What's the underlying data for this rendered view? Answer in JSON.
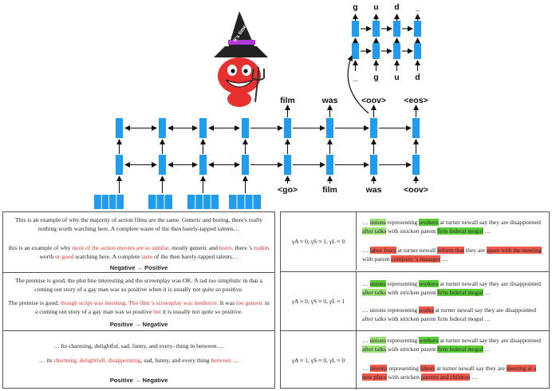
{
  "diagram": {
    "decoder_top_labels": [
      "film",
      "was",
      "<oov>",
      "<eos>"
    ],
    "decoder_bottom_labels": [
      "<go>",
      "film",
      "was",
      "<oov>"
    ],
    "char_top_labels": [
      "g",
      "u",
      "d",
      "_"
    ],
    "char_bottom_labels": [
      "_",
      "g",
      "u",
      "d"
    ],
    "hat_text": "It's time!",
    "colors": {
      "cell_blue": "#1f9bf0",
      "hat": "#222222",
      "devil": "#e8302f"
    }
  },
  "left_examples": [
    {
      "original": "This is an example of why the majority of action films are the same. Generic and boring, there's really nothing worth watching here. A complete waste of the then barely-tapped talents…",
      "transferred": [
        {
          "t": "this is an example of why ",
          "red": false
        },
        {
          "t": "most of the action movies are so similar,",
          "red": true
        },
        {
          "t": " mostly generic and ",
          "red": false
        },
        {
          "t": "borin,",
          "red": true
        },
        {
          "t": " there 's ",
          "red": false
        },
        {
          "t": "nothin",
          "red": true
        },
        {
          "t": " worth ",
          "red": false
        },
        {
          "t": "or good",
          "red": true
        },
        {
          "t": " watching here. A complete ",
          "red": false
        },
        {
          "t": "taste",
          "red": true
        },
        {
          "t": " of the then barely-tapped talents…",
          "red": false
        }
      ],
      "transition": "Negative → Positive"
    },
    {
      "original": "The premise is good, the plot line interesting and the screenplay was OK. A tad too simplistic in that a coming out story of a gay man was so positive when it is usually not quite so positive.",
      "transferred": [
        {
          "t": "The premise is good, ",
          "red": false
        },
        {
          "t": "though script was intesting. The film 's screenplay was mediocre",
          "red": true
        },
        {
          "t": ". It was ",
          "red": false
        },
        {
          "t": "too generic",
          "red": true
        },
        {
          "t": " in a coming out story of a gay man was so positive ",
          "red": false
        },
        {
          "t": "but",
          "red": true
        },
        {
          "t": " it is usually not quite so positive.",
          "red": false
        }
      ],
      "transition": "Positive → Negative"
    },
    {
      "original": "… Its charming, delightful, sad, funny, and every- thing in between….",
      "transferred": [
        {
          "t": "… its ",
          "red": false
        },
        {
          "t": "charming, delightfull, disappointing",
          "red": true
        },
        {
          "t": ", sad, funny, and every thing ",
          "red": false
        },
        {
          "t": "between",
          "red": true
        },
        {
          "t": " …",
          "red": false
        }
      ],
      "transition": "Positive → Negative"
    }
  ],
  "right_examples": [
    {
      "gammas": "γA ≈ 0, γS ≈ 1, γL ≈ 0",
      "line1": [
        {
          "t": "… ",
          "h": ""
        },
        {
          "t": "unions",
          "h": "lg"
        },
        {
          "t": " representing ",
          "h": ""
        },
        {
          "t": "workers",
          "h": "g"
        },
        {
          "t": " at turner newall say they are disappointed ",
          "h": ""
        },
        {
          "t": "after talks",
          "h": "lg"
        },
        {
          "t": " with stricken parent ",
          "h": ""
        },
        {
          "t": "firm federal mogul",
          "h": "g"
        },
        {
          "t": " …",
          "h": ""
        }
      ],
      "line2": [
        {
          "t": "… ",
          "h": ""
        },
        {
          "t": "labor force",
          "h": "r"
        },
        {
          "t": " at turner newall ",
          "h": ""
        },
        {
          "t": "inform that",
          "h": "r"
        },
        {
          "t": " they are ",
          "h": ""
        },
        {
          "t": "upset with the meeting",
          "h": "r"
        },
        {
          "t": " with parent ",
          "h": ""
        },
        {
          "t": "company 's manager",
          "h": "r"
        },
        {
          "t": " …",
          "h": ""
        }
      ]
    },
    {
      "gammas": "γA ≈ 0, γS ≈ 0, γL ≈ 1",
      "line1": [
        {
          "t": "… ",
          "h": ""
        },
        {
          "t": "unions",
          "h": "g"
        },
        {
          "t": " representing ",
          "h": ""
        },
        {
          "t": "workers",
          "h": "g"
        },
        {
          "t": " at turner newall say they are disappointed ",
          "h": ""
        },
        {
          "t": "after talks",
          "h": "lg"
        },
        {
          "t": " with stricken parent ",
          "h": ""
        },
        {
          "t": "firm federal mogul",
          "h": "g"
        },
        {
          "t": " …",
          "h": ""
        }
      ],
      "line2": [
        {
          "t": "… unions representing ",
          "h": ""
        },
        {
          "t": "works",
          "h": "r"
        },
        {
          "t": " at turner newall say they are disappointed after talks with stricken parent firm federal mogul …",
          "h": ""
        }
      ]
    },
    {
      "gammas": "γA ≈ 1, γS ≈ 0, γL ≈ 0",
      "line1": [
        {
          "t": "… ",
          "h": ""
        },
        {
          "t": "unions",
          "h": "lg"
        },
        {
          "t": " representing ",
          "h": ""
        },
        {
          "t": "workers",
          "h": "g"
        },
        {
          "t": " at turner newall say they are disappointed ",
          "h": ""
        },
        {
          "t": "after talks",
          "h": "lg"
        },
        {
          "t": " with stricken parent ",
          "h": ""
        },
        {
          "t": "firm federal mogul",
          "h": "g"
        },
        {
          "t": " …",
          "h": ""
        }
      ],
      "line2": [
        {
          "t": "… ",
          "h": ""
        },
        {
          "t": "unyons",
          "h": "r"
        },
        {
          "t": " representing ",
          "h": ""
        },
        {
          "t": "labors",
          "h": "r"
        },
        {
          "t": " at turner newall say they are ",
          "h": ""
        },
        {
          "t": "meeting at a new place",
          "h": "r"
        },
        {
          "t": " with stricken ",
          "h": ""
        },
        {
          "t": "parents and children",
          "h": "r"
        },
        {
          "t": " …",
          "h": ""
        }
      ]
    }
  ]
}
